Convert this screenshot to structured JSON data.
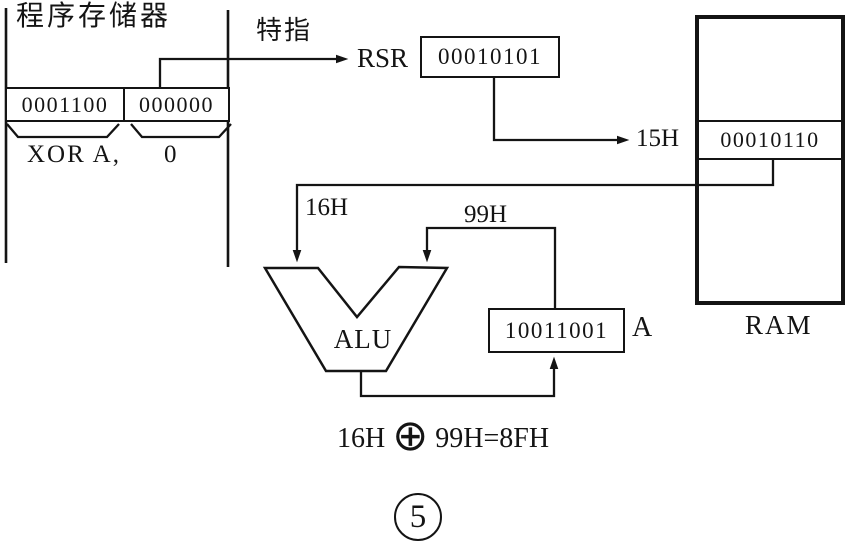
{
  "figure": {
    "program_memory": {
      "title": "程序存储器",
      "opcode_bits": "0001100",
      "operand_bits": "000000",
      "mnemonic": "XOR A,",
      "operand": "0"
    },
    "fetch_label": "特指",
    "rsr": {
      "label": "RSR",
      "value": "00010101"
    },
    "address_label": "15H",
    "ram": {
      "label": "RAM",
      "cell_value": "00010110"
    },
    "alu": {
      "label": "ALU",
      "input_left": "16H",
      "input_right": "99H"
    },
    "accumulator": {
      "label": "A",
      "value": "10011001"
    },
    "formula": {
      "lhs": "16H",
      "operator": "⊕",
      "rhs": "99H=8FH"
    },
    "figure_number": "5"
  }
}
